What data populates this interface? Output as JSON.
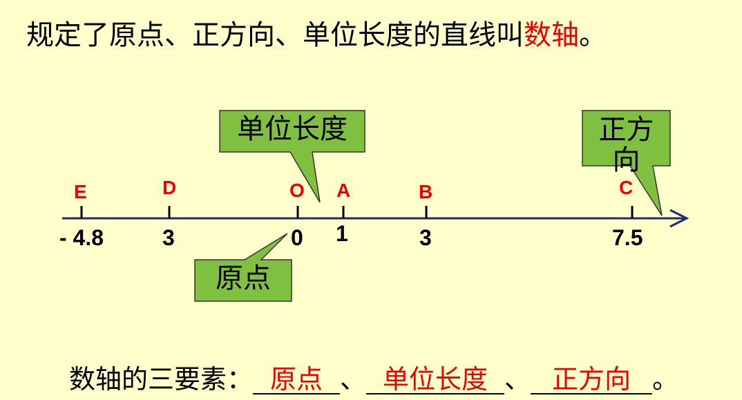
{
  "definition": {
    "prefix": "规定了原点、正方向、单位长度的直线叫",
    "term": "数轴",
    "suffix": "。"
  },
  "points": [
    {
      "letter": "E",
      "value_label": "- 4.8"
    },
    {
      "letter": "D",
      "value_label": "3"
    },
    {
      "letter": "O",
      "value_label": "0"
    },
    {
      "letter": "A",
      "value_label": "1"
    },
    {
      "letter": "B",
      "value_label": "3"
    },
    {
      "letter": "C",
      "value_label": "7.5"
    }
  ],
  "callouts": {
    "unit_length": "单位长度",
    "positive_direction": "正方\n向",
    "origin": "原点"
  },
  "elements": {
    "label": "数轴的三要素：",
    "answers": [
      "原点",
      "单位长度",
      "正方向"
    ],
    "separators": [
      "、",
      "、",
      "。"
    ]
  },
  "colors": {
    "background": "#FFFFCC",
    "callout_fill": "#80C040",
    "axis": "#1F2A6B",
    "highlight": "#EE0000"
  }
}
